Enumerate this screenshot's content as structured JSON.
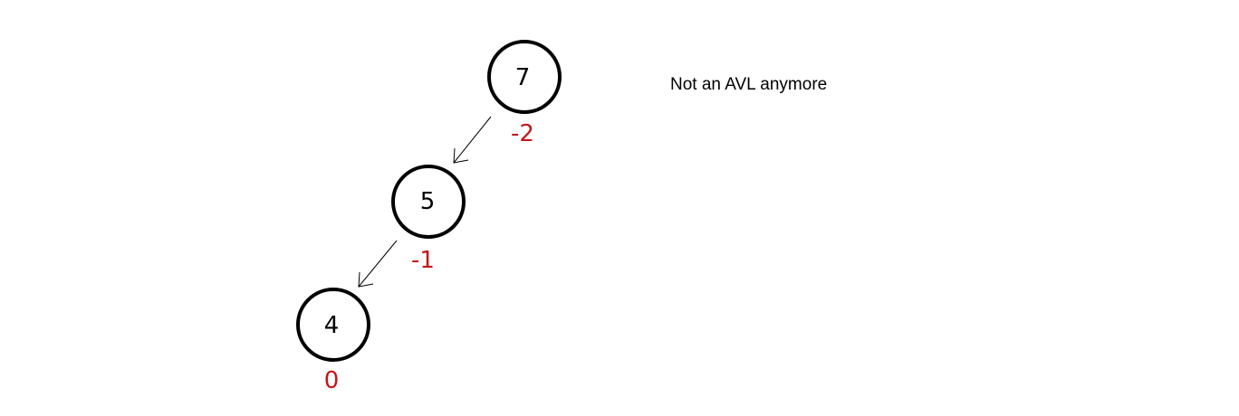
{
  "note": "Not an AVL anymore",
  "colors": {
    "node_stroke": "#000000",
    "balance_factor": "#c4161c",
    "background": "#ffffff"
  },
  "nodes": [
    {
      "id": "node-7",
      "value": "7",
      "balance": "-2"
    },
    {
      "id": "node-5",
      "value": "5",
      "balance": "-1"
    },
    {
      "id": "node-4",
      "value": "4",
      "balance": "0"
    }
  ],
  "edges": [
    {
      "from": "node-7",
      "to": "node-5"
    },
    {
      "from": "node-5",
      "to": "node-4"
    }
  ]
}
